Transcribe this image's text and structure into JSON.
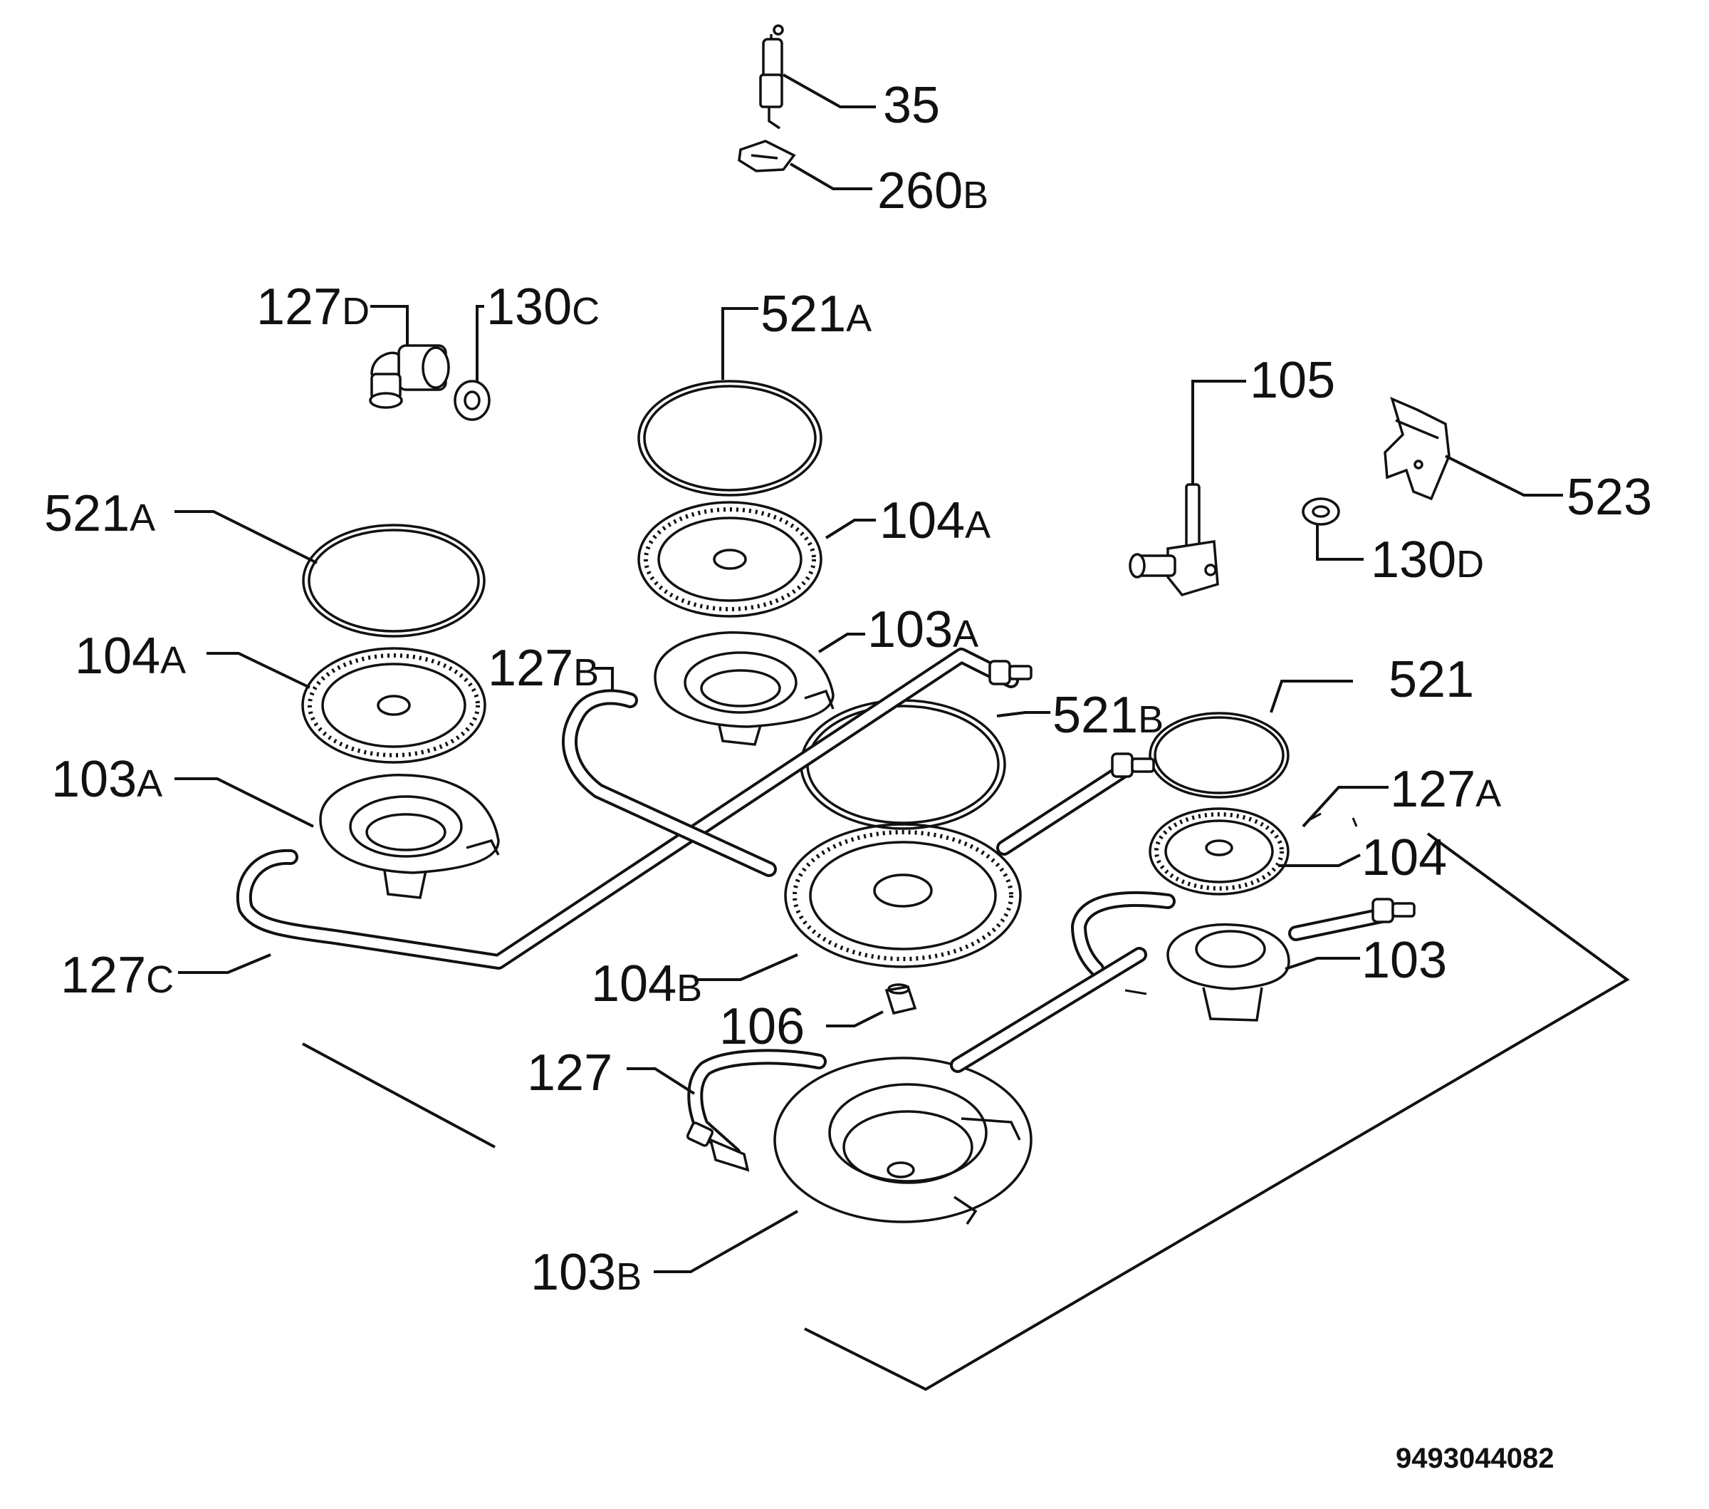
{
  "labels": [
    {
      "id": "l35",
      "num": "35",
      "suffix": ""
    },
    {
      "id": "l260b",
      "num": "260",
      "suffix": "B"
    },
    {
      "id": "l127d",
      "num": "127",
      "suffix": "D"
    },
    {
      "id": "l130c",
      "num": "130",
      "suffix": "C"
    },
    {
      "id": "l521a_top",
      "num": "521",
      "suffix": "A"
    },
    {
      "id": "l105",
      "num": "105",
      "suffix": ""
    },
    {
      "id": "l521a_left",
      "num": "521",
      "suffix": "A"
    },
    {
      "id": "l104a_mid",
      "num": "104",
      "suffix": "A"
    },
    {
      "id": "l523",
      "num": "523",
      "suffix": ""
    },
    {
      "id": "l130d",
      "num": "130",
      "suffix": "D"
    },
    {
      "id": "l104a_left",
      "num": "104",
      "suffix": "A"
    },
    {
      "id": "l127b",
      "num": "127",
      "suffix": "B"
    },
    {
      "id": "l103a_mid",
      "num": "103",
      "suffix": "A"
    },
    {
      "id": "l521",
      "num": "521",
      "suffix": ""
    },
    {
      "id": "l521b",
      "num": "521",
      "suffix": "B"
    },
    {
      "id": "l103a_left",
      "num": "103",
      "suffix": "A"
    },
    {
      "id": "l127a",
      "num": "127",
      "suffix": "A"
    },
    {
      "id": "l104",
      "num": "104",
      "suffix": ""
    },
    {
      "id": "l127c",
      "num": "127",
      "suffix": "C"
    },
    {
      "id": "l103",
      "num": "103",
      "suffix": ""
    },
    {
      "id": "l104b",
      "num": "104",
      "suffix": "B"
    },
    {
      "id": "l106",
      "num": "106",
      "suffix": ""
    },
    {
      "id": "l127",
      "num": "127",
      "suffix": ""
    },
    {
      "id": "l103b",
      "num": "103",
      "suffix": "B"
    }
  ],
  "document_number": "9493044082"
}
